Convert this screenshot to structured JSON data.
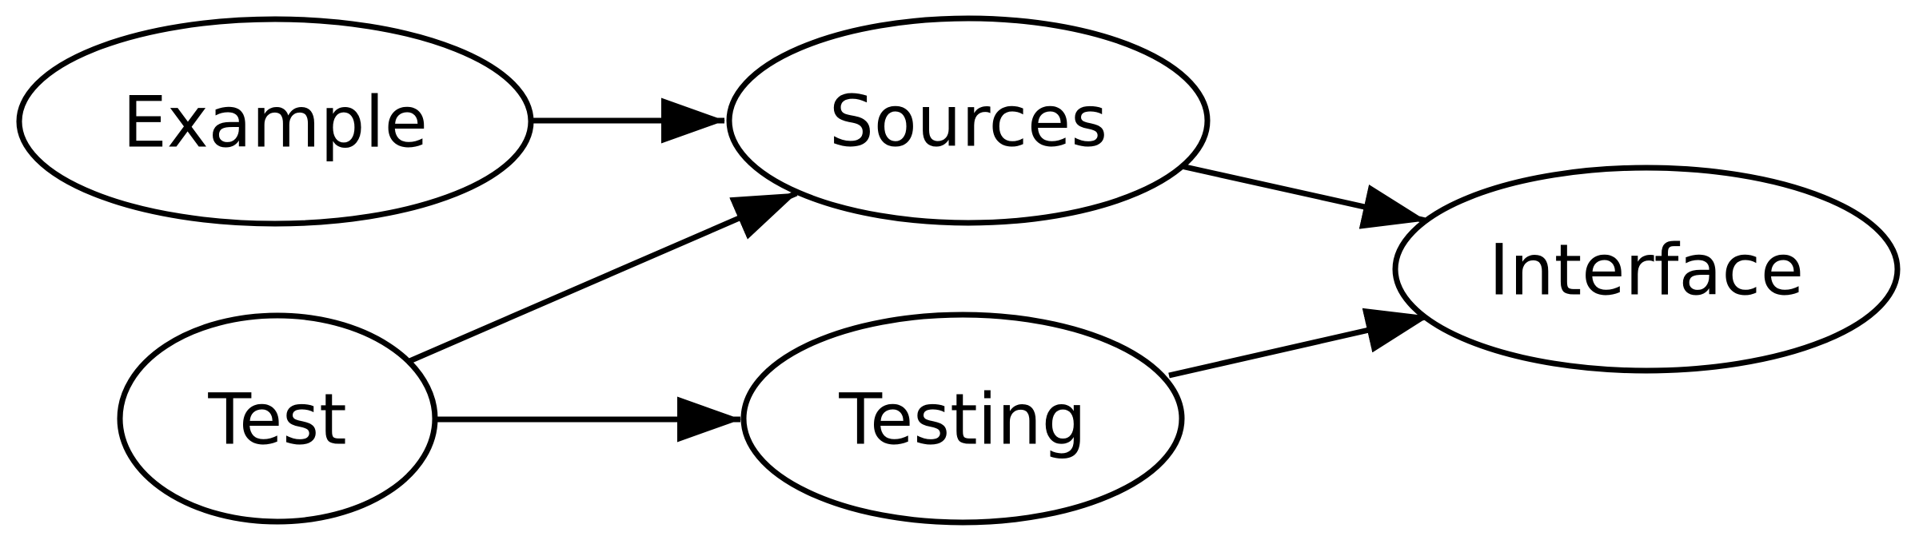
{
  "diagram": {
    "type": "directed-graph",
    "background_color": "#ffffff",
    "stroke_color": "#000000",
    "node_fill_color": "#ffffff",
    "nodes": [
      {
        "id": "example",
        "label": "Example",
        "shape": "ellipse"
      },
      {
        "id": "sources",
        "label": "Sources",
        "shape": "ellipse"
      },
      {
        "id": "test",
        "label": "Test",
        "shape": "ellipse"
      },
      {
        "id": "testing",
        "label": "Testing",
        "shape": "ellipse"
      },
      {
        "id": "interface",
        "label": "Interface",
        "shape": "ellipse"
      }
    ],
    "edges": [
      {
        "from": "Example",
        "to": "Sources"
      },
      {
        "from": "Test",
        "to": "Sources"
      },
      {
        "from": "Test",
        "to": "Testing"
      },
      {
        "from": "Sources",
        "to": "Interface"
      },
      {
        "from": "Testing",
        "to": "Interface"
      }
    ]
  }
}
